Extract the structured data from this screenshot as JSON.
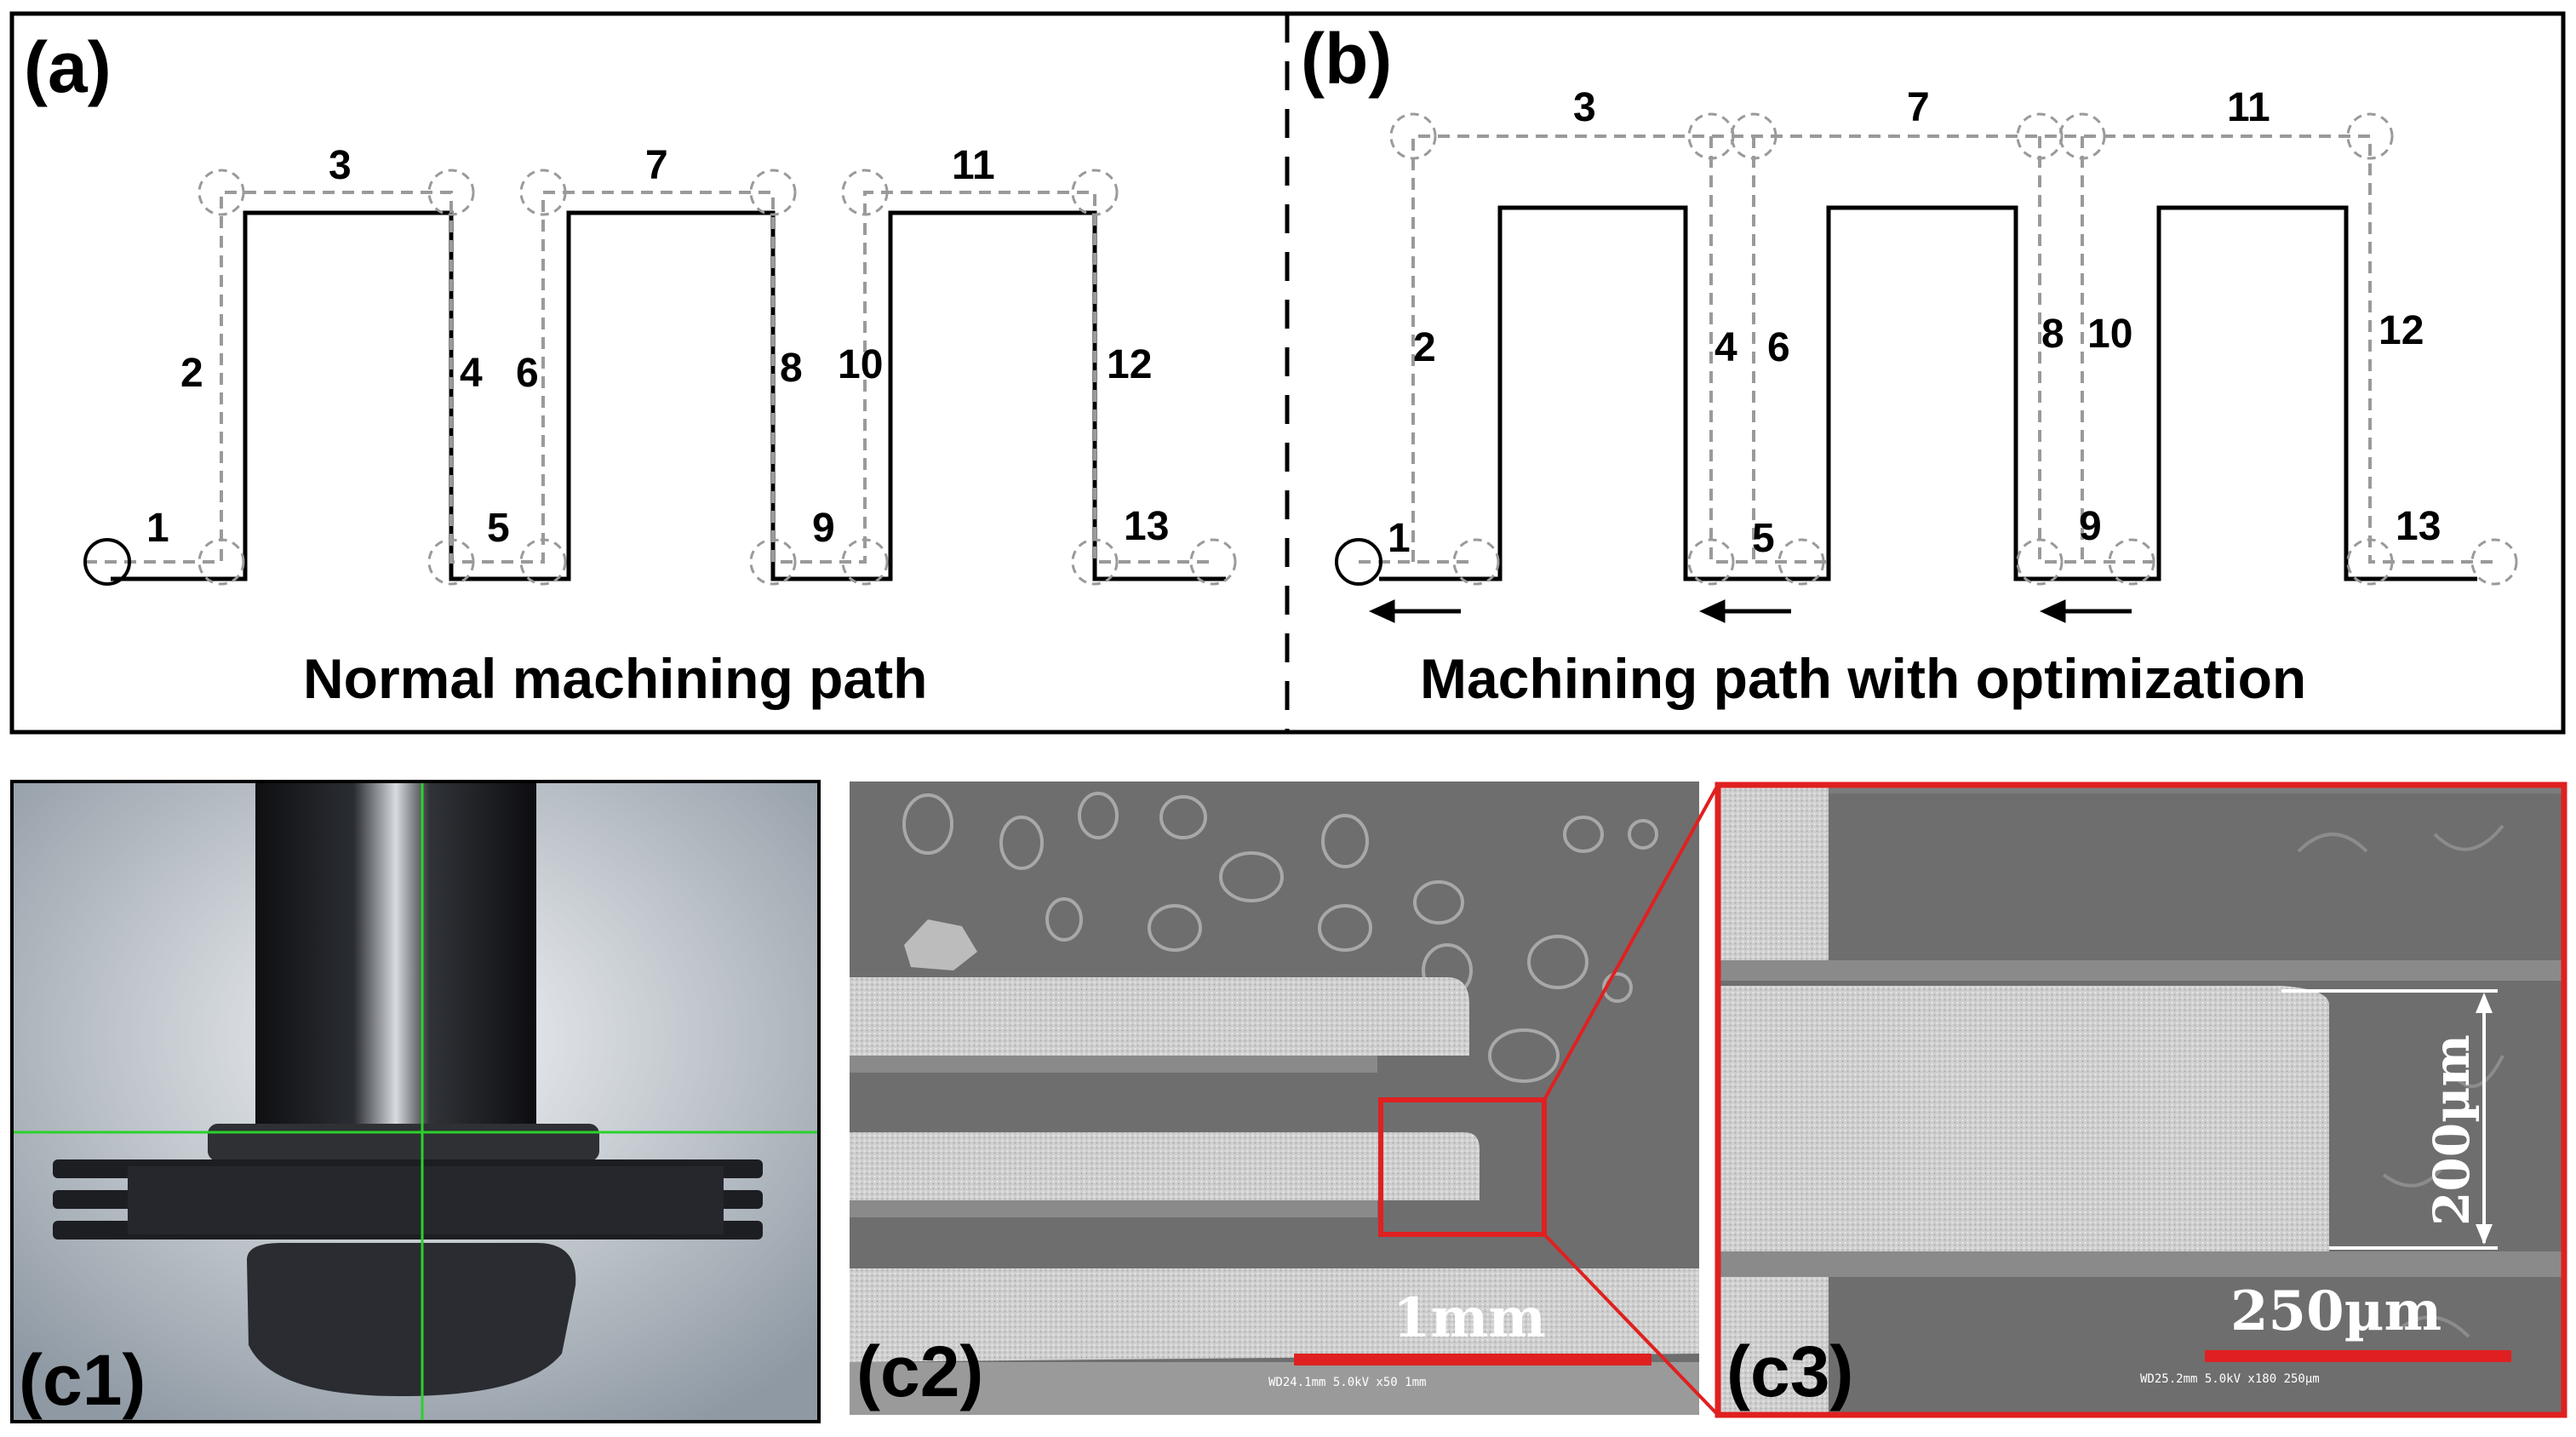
{
  "panels": {
    "a": {
      "label": "(a)",
      "caption": "Normal machining path",
      "numbers": [
        "1",
        "2",
        "3",
        "4",
        "5",
        "6",
        "7",
        "8",
        "9",
        "10",
        "11",
        "12",
        "13"
      ]
    },
    "b": {
      "label": "(b)",
      "caption": "Machining path with optimization",
      "numbers": [
        "1",
        "2",
        "3",
        "4",
        "5",
        "6",
        "7",
        "8",
        "9",
        "10",
        "11",
        "12",
        "13"
      ]
    },
    "c1": {
      "label": "(c1)"
    },
    "c2": {
      "label": "(c2)",
      "scale_bar": "1mm",
      "sem_info": "WD24.1mm  5.0kV x50   1mm"
    },
    "c3": {
      "label": "(c3)",
      "scale_bar": "250µm",
      "dimension": "200µm",
      "sem_info": "WD25.2mm  5.0kV x180   250µm"
    }
  },
  "colors": {
    "highlight": "#e02020",
    "path_dashed": "#9a9a9a",
    "outline": "#000000",
    "sem_bg": "#6e6e6e",
    "sem_plate": "#c8c8c8"
  }
}
